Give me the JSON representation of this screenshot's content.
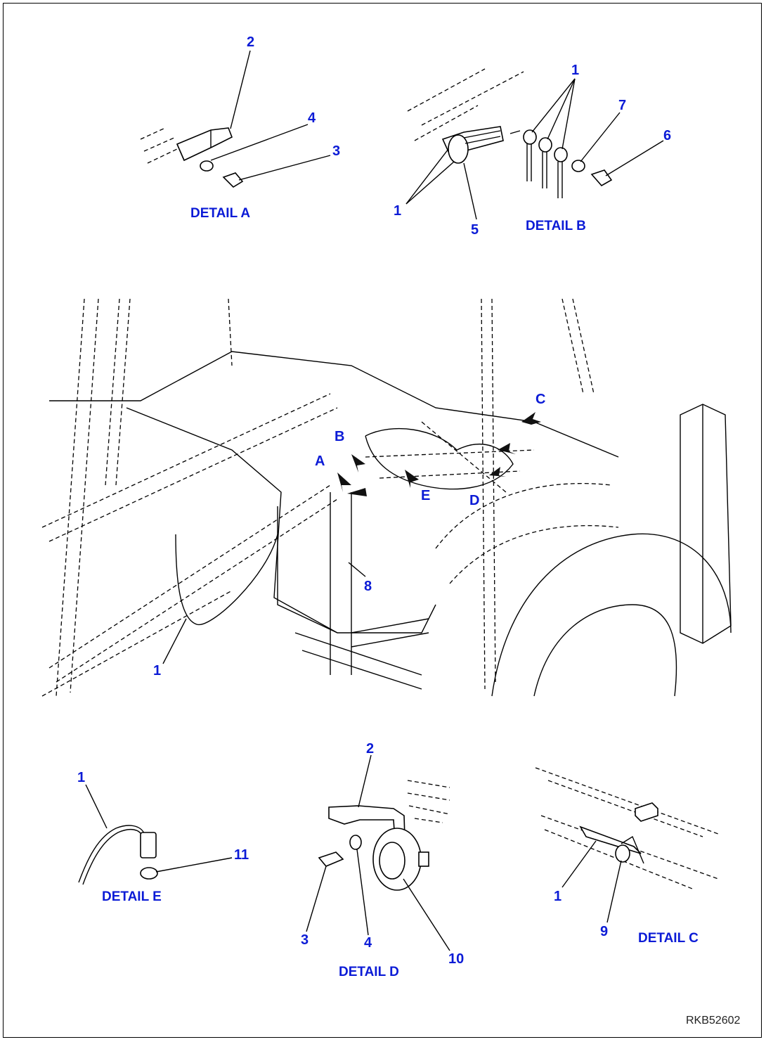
{
  "details": {
    "a": {
      "title": "DETAIL A",
      "callouts": [
        "2",
        "4",
        "3"
      ]
    },
    "b": {
      "title": "DETAIL B",
      "callouts": [
        "1",
        "7",
        "6",
        "1",
        "5"
      ]
    },
    "c": {
      "title": "DETAIL C",
      "callouts": [
        "1",
        "9"
      ]
    },
    "d": {
      "title": "DETAIL D",
      "callouts": [
        "2",
        "3",
        "4",
        "10"
      ]
    },
    "e": {
      "title": "DETAIL E",
      "callouts": [
        "1",
        "11"
      ]
    }
  },
  "main": {
    "view_letters": [
      "C",
      "B",
      "A",
      "E",
      "D"
    ],
    "callouts": [
      "8",
      "1"
    ]
  },
  "reference_code": "RKB52602",
  "colors": {
    "label": "#0b1bd6",
    "line": "#000000"
  }
}
